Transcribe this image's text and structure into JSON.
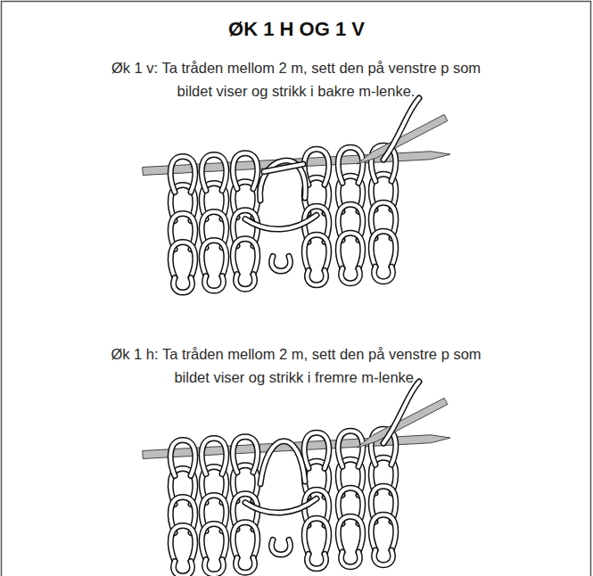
{
  "diagram": {
    "title": "ØK 1 H OG 1 V",
    "labels": [
      "Øk 1 v: Ta tråden mellom 2 m, sett den på venstre p som bildet viser og strikk i bakre m-lenke.",
      "Øk 1 h: Ta tråden mellom 2 m, sett den på venstre p som bildet viser og strikk i fremre m-lenke."
    ]
  }
}
